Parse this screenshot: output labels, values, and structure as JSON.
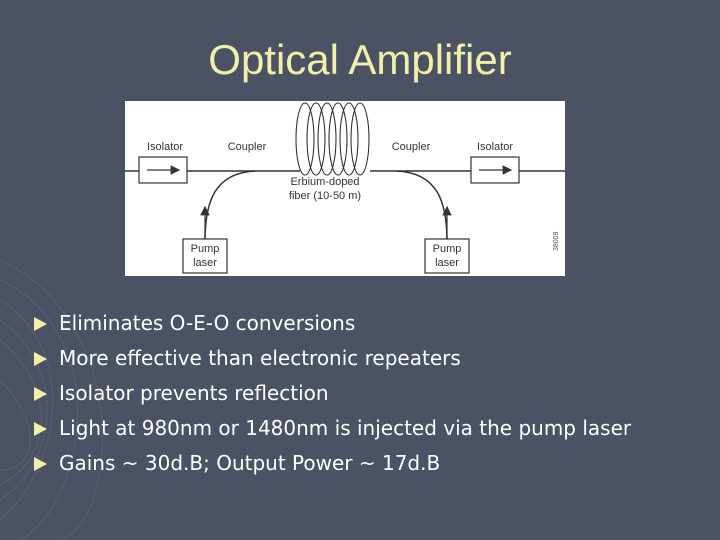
{
  "slide": {
    "title": "Optical Amplifier"
  },
  "diagram": {
    "labels": {
      "isolator_left": "Isolator",
      "coupler_left": "Coupler",
      "coupler_right": "Coupler",
      "isolator_right": "Isolator",
      "fiber_line1": "Erbium-doped",
      "fiber_line2": "fiber (10-50 m)",
      "pump_left_line1": "Pump",
      "pump_left_line2": "laser",
      "pump_right_line1": "Pump",
      "pump_right_line2": "laser",
      "figure_number": "38009"
    },
    "colors": {
      "background": "#ffffff",
      "line": "#333333"
    }
  },
  "bullets": [
    "Eliminates O-E-O conversions",
    "More effective than electronic repeaters",
    "Isolator prevents reflection",
    "Light at 980nm or 1480nm is injected via the pump laser",
    "Gains ~ 30d.B;  Output Power ~ 17d.B"
  ],
  "theme": {
    "background": "#4b5264",
    "title_color": "#f2f0a8",
    "text_color": "#ffffff",
    "bullet_color": "#f2f0a8",
    "bullet_icon": "triangle-right-icon"
  }
}
